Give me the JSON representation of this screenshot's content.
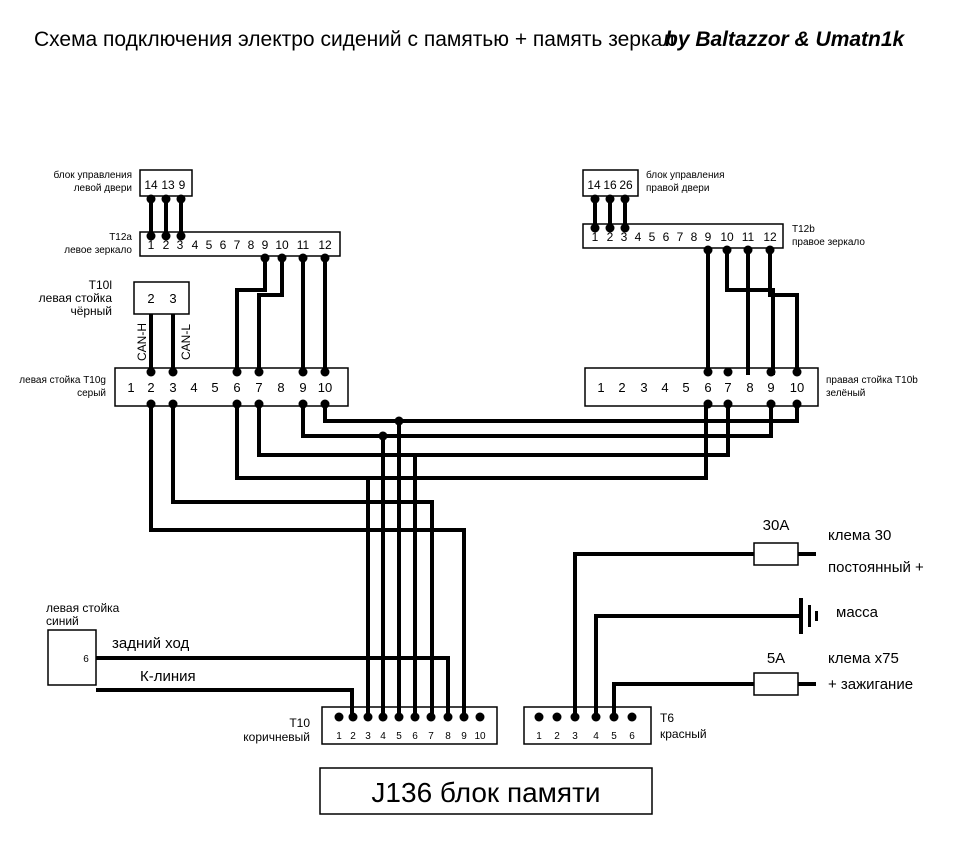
{
  "title": {
    "main": "Схема подключения электро сидений с памятью + память зеркал",
    "by": "by Baltazzor & Umatn1k"
  },
  "left_door_unit": {
    "label1": "блок управления",
    "label2": "левой двери",
    "pins": [
      "14",
      "13",
      "9"
    ]
  },
  "right_door_unit": {
    "label1": "блок управления",
    "label2": "правой двери",
    "pins": [
      "14",
      "16",
      "26"
    ]
  },
  "t12a": {
    "name": "T12a",
    "desc": "левое зеркало",
    "pins": [
      "1",
      "2",
      "3",
      "4",
      "5",
      "6",
      "7",
      "8",
      "9",
      "10",
      "11",
      "12"
    ]
  },
  "t12b": {
    "name": "T12b",
    "desc": "правое зеркало",
    "pins": [
      "1",
      "2",
      "3",
      "4",
      "5",
      "6",
      "7",
      "8",
      "9",
      "10",
      "11",
      "12"
    ]
  },
  "t10l": {
    "name": "T10l",
    "desc1": "левая стойка",
    "desc2": "чёрный",
    "pins": [
      "2",
      "3"
    ],
    "can_h": "CAN-H",
    "can_l": "CAN-L"
  },
  "t10g": {
    "desc1": "левая стойка T10g",
    "desc2": "серый",
    "pins": [
      "1",
      "2",
      "3",
      "4",
      "5",
      "6",
      "7",
      "8",
      "9",
      "10"
    ]
  },
  "t10b": {
    "desc1": "правая стойка T10b",
    "desc2": "зелёный",
    "pins": [
      "1",
      "2",
      "3",
      "4",
      "5",
      "6",
      "7",
      "8",
      "9",
      "10"
    ]
  },
  "blue_connector": {
    "label1": "левая стойка",
    "label2": "синий",
    "pin": "6"
  },
  "signals": {
    "reverse": "задний ход",
    "k_line": "К-линия"
  },
  "t10": {
    "name": "T10",
    "desc": "коричневый",
    "pins": [
      "1",
      "2",
      "3",
      "4",
      "5",
      "6",
      "7",
      "8",
      "9",
      "10"
    ]
  },
  "t6": {
    "name": "T6",
    "desc": "красный",
    "pins": [
      "1",
      "2",
      "3",
      "4",
      "5",
      "6"
    ]
  },
  "power": {
    "fuse1": "30A",
    "terminal30_a": "клема 30",
    "terminal30_b": "постоянный +",
    "ground": "масса",
    "fuse2": "5A",
    "terminal75_a": "клема х75",
    "terminal75_b": "+ зажигание"
  },
  "unit": {
    "name": "J136 блок памяти"
  }
}
